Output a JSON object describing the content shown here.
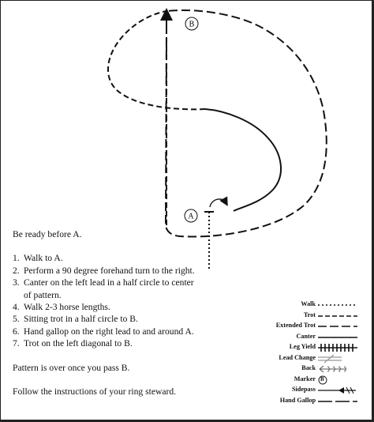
{
  "markers": {
    "a": "A",
    "b": "B"
  },
  "instructions": {
    "intro": "Be ready before A.",
    "steps": [
      {
        "num": "1.",
        "text": "Walk to A."
      },
      {
        "num": "2.",
        "text": "Perform a 90 degree forehand turn to the right."
      },
      {
        "num": "3.",
        "text": "Canter on the left lead in a half circle to center"
      },
      {
        "num": "",
        "text": "of pattern."
      },
      {
        "num": "4.",
        "text": "Walk 2-3 horse lengths."
      },
      {
        "num": "5.",
        "text": "Sitting trot in a half circle to B."
      },
      {
        "num": "6.",
        "text": "Hand gallop on the right lead to and around A."
      },
      {
        "num": "7.",
        "text": "Trot on the left diagonal to B."
      }
    ],
    "note1": "Pattern is over once you pass B.",
    "note2": "Follow the instructions of your ring steward."
  },
  "legend": {
    "walk": "Walk",
    "trot": "Trot",
    "extended_trot": "Extended Trot",
    "canter": "Canter",
    "leg_yield": "Leg Yield",
    "lead_change": "Lead Change",
    "back": "Back",
    "marker": "Marker",
    "marker_symbol": "B",
    "sidepass": "Sidepass",
    "hand_gallop": "Hand Gallop"
  }
}
